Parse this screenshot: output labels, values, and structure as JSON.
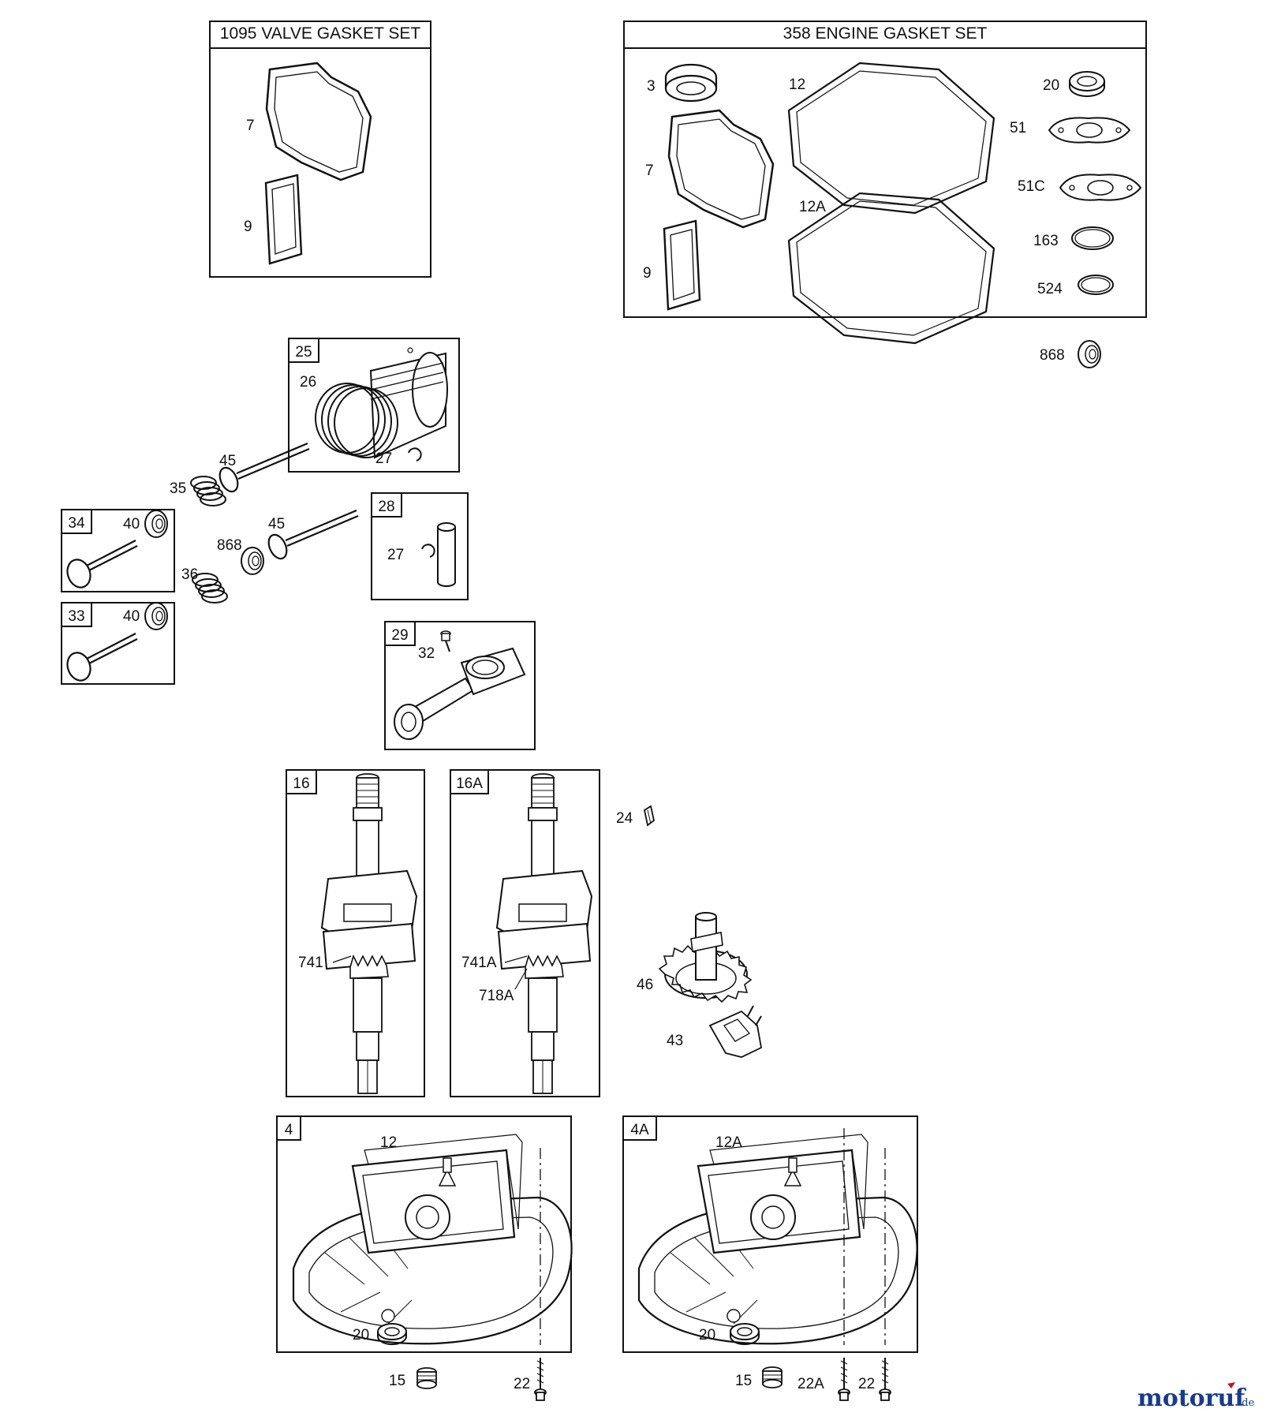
{
  "valve_gasket_set": {
    "title": "1095 VALVE GASKET SET",
    "labels": [
      "7",
      "9"
    ]
  },
  "engine_gasket_set": {
    "title": "358 ENGINE GASKET SET",
    "labels": [
      "3",
      "12",
      "20",
      "51",
      "7",
      "51C",
      "12A",
      "163",
      "9",
      "524"
    ]
  },
  "loose": {
    "seal_868_top": "868",
    "key_24": "24",
    "gear_46": "46",
    "governor_43": "43",
    "valve_45_a": "45",
    "spring_35": "35",
    "valve_45_b": "45",
    "seal_868_mid": "868",
    "spring_36": "36"
  },
  "box_25": {
    "title": "25",
    "label_26": "26",
    "label_27": "27"
  },
  "box_28": {
    "title": "28",
    "label_27": "27"
  },
  "box_29": {
    "title": "29",
    "label_32": "32"
  },
  "box_34": {
    "title": "34",
    "label_40": "40"
  },
  "box_33": {
    "title": "33",
    "label_40": "40"
  },
  "box_16": {
    "title": "16",
    "label_741": "741"
  },
  "box_16a": {
    "title": "16A",
    "label_741a": "741A",
    "label_718a": "718A"
  },
  "box_4": {
    "title": "4",
    "label_12": "12",
    "label_20": "20"
  },
  "box_4a": {
    "title": "4A",
    "label_12a": "12A",
    "label_20": "20"
  },
  "bottom": {
    "plug_15_a": "15",
    "bolt_22_a": "22",
    "plug_15_b": "15",
    "bolt_22a": "22A",
    "bolt_22_b": "22"
  },
  "watermark": {
    "brand": "motoruf",
    "tld": ".de",
    "colors": {
      "blue": "#1a3a8a",
      "red": "#c8102e"
    }
  }
}
